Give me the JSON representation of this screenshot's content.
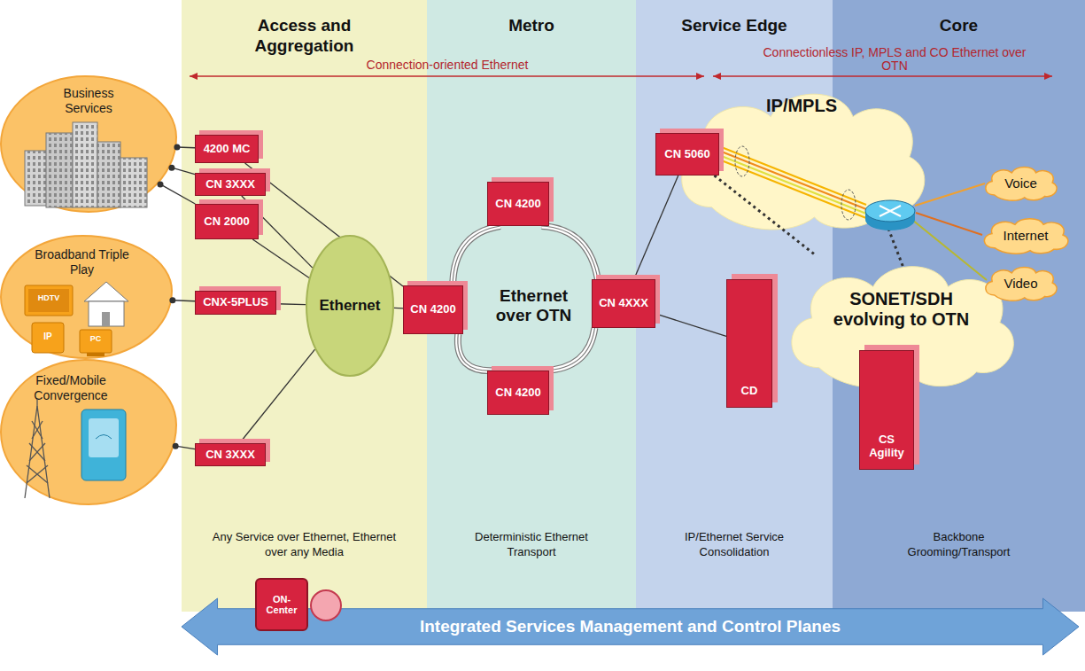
{
  "diagram": {
    "nodes": [
      {
        "text": [
          "Access and Aggregation",
          "Any Service over Ethernet, Ethernet over any Media"
        ]
      },
      {
        "text": [
          "Metro",
          "Deterministic Ethernet Transport"
        ]
      },
      {
        "text": [
          "Service Edge",
          "IP/Ethernet Service Consolidation"
        ]
      },
      {
        "text": [
          "Core",
          "Backbone Grooming/Transport"
        ]
      },
      {
        "text": [
          "Business Services"
        ]
      },
      {
        "text": [
          "Broadband Triple Play"
        ]
      },
      {
        "text": [
          "Fixed/Mobile Convergence"
        ]
      },
      {
        "text": [
          "4200 MC"
        ],
        "in": 0
      },
      {
        "text": [
          "CN 3XXX"
        ],
        "in": 0
      },
      {
        "text": [
          "CN 2000"
        ],
        "in": 0
      },
      {
        "text": [
          "CNX-5PLUS"
        ],
        "in": 0
      },
      {
        "text": [
          "Ethernet"
        ],
        "in": 0
      },
      {
        "text": [
          "CN 3XXX"
        ],
        "in": 0
      },
      {
        "text": [
          "CN 4200"
        ],
        "in": 1
      },
      {
        "text": [
          "CN 4200"
        ],
        "in": 1
      },
      {
        "text": [
          "CN 4200"
        ],
        "in": 1
      },
      {
        "text": [
          "Ethernet over OTN"
        ],
        "in": 1
      },
      {
        "text": [
          "CN 4XXX"
        ],
        "in": 1
      },
      {
        "text": [
          "CN 5060"
        ],
        "in": 2
      },
      {
        "text": [
          "IP/MPLS"
        ]
      },
      {
        "text": [
          "CD"
        ],
        "in": 2
      },
      {
        "text": [
          "SONET/SDH evolving to OTN"
        ]
      },
      {
        "text": [
          "CS Agility"
        ],
        "in": 3
      },
      {
        "text": [
          "Voice"
        ]
      },
      {
        "text": [
          "Internet"
        ]
      },
      {
        "text": [
          "Video"
        ]
      },
      {
        "text": [
          "ON-Center"
        ]
      },
      {
        "text": [
          "Integrated Services Management and Control Planes"
        ]
      }
    ],
    "edges": [
      {
        "from": 4,
        "to": 7,
        "arrow": "none"
      },
      {
        "from": 4,
        "to": 8,
        "arrow": "none"
      },
      {
        "from": 4,
        "to": 9,
        "arrow": "none"
      },
      {
        "from": 7,
        "to": 13,
        "arrow": "none"
      },
      {
        "from": 8,
        "to": 11,
        "arrow": "none"
      },
      {
        "from": 9,
        "to": 11,
        "arrow": "none"
      },
      {
        "from": 5,
        "to": 10,
        "arrow": "none"
      },
      {
        "from": 10,
        "to": 11,
        "arrow": "none"
      },
      {
        "from": 6,
        "to": 12,
        "arrow": "none"
      },
      {
        "from": 12,
        "to": 11,
        "arrow": "none"
      },
      {
        "from": 11,
        "to": 13,
        "arrow": "none"
      },
      {
        "from": 13,
        "to": 14,
        "arrow": "none"
      },
      {
        "from": 14,
        "to": 17,
        "arrow": "none"
      },
      {
        "from": 17,
        "to": 15,
        "arrow": "none"
      },
      {
        "from": 15,
        "to": 13,
        "arrow": "none"
      },
      {
        "from": 17,
        "to": 18,
        "arrow": "none"
      },
      {
        "from": 17,
        "to": 20,
        "arrow": "none"
      },
      {
        "from": 18,
        "to": 21,
        "arrow": "none"
      }
    ],
    "labels": [
      "Connection-oriented Ethernet",
      "Connectionless IP, MPLS and CO Ethernet over OTN",
      "HDTV",
      "IP",
      "PC"
    ]
  }
}
